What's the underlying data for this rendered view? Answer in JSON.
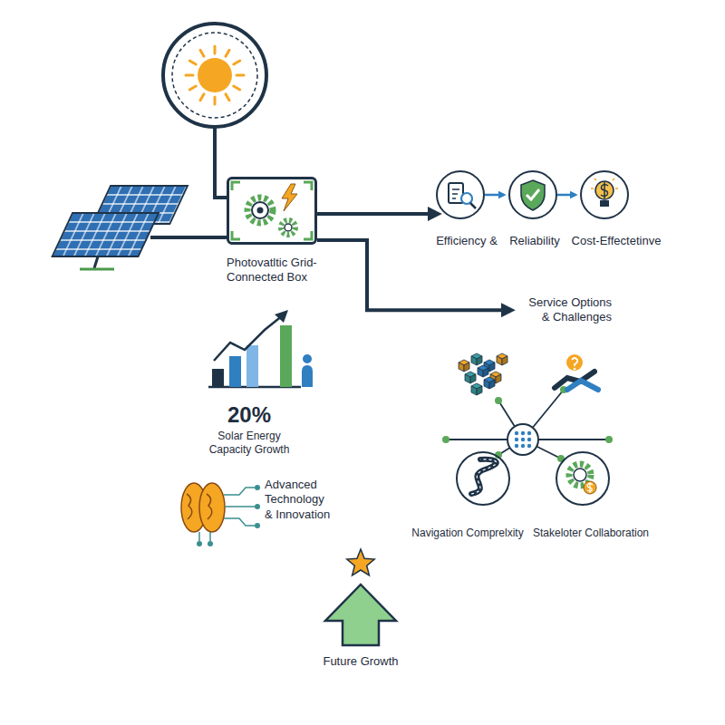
{
  "diagram": {
    "nodes": [
      {
        "text": [
          "Photovatltic Grid-Connected Box"
        ]
      },
      {
        "text": [
          "Efficiency &"
        ]
      },
      {
        "text": [
          "Reliability"
        ]
      },
      {
        "text": [
          "Cost-Effectetinve"
        ]
      },
      {
        "text": [
          "Service Options & Challenges"
        ]
      },
      {
        "text": [
          "Navigation Comprelxity"
        ]
      },
      {
        "text": [
          "Stakeloter Collaboration"
        ]
      }
    ],
    "edges": [
      {
        "from": 0,
        "to": 1,
        "arrow": "to"
      },
      {
        "from": 1,
        "to": 2,
        "arrow": "to"
      },
      {
        "from": 2,
        "to": 3,
        "arrow": "to"
      },
      {
        "from": 0,
        "to": 4,
        "arrow": "to"
      }
    ],
    "labels": [
      "20%",
      "Solar Energy Capacity Growth",
      "Advanced Technology & Innovation",
      "Future Growth"
    ]
  }
}
